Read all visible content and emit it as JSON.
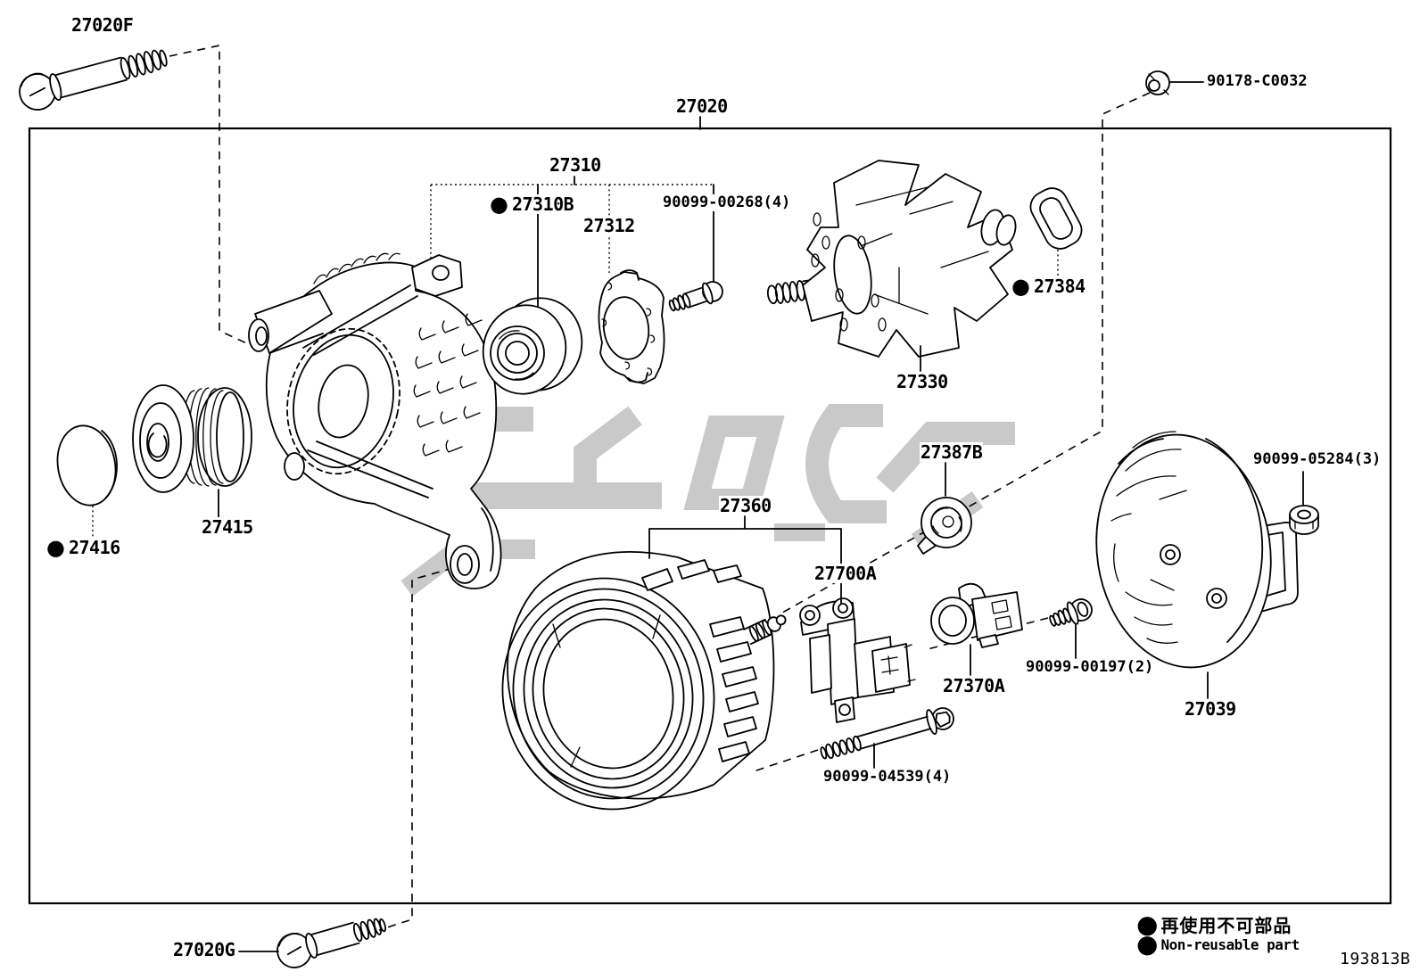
{
  "diagram": {
    "drawing_code": "193813B",
    "line_color": "#000000",
    "watermark_color": "#c9c9c9",
    "bullet": "●",
    "legend": {
      "jp": "再使用不可部品",
      "en": "Non-reusable part"
    },
    "labels": {
      "b27020f": "27020F",
      "b27020": "27020",
      "n90178": "90178-C0032",
      "a27310": "27310",
      "a27310b": "27310B",
      "a27312": "27312",
      "n90099_00268": "90099-00268(4)",
      "a27384": "27384",
      "a27330": "27330",
      "a27415": "27415",
      "a27416": "27416",
      "a27360": "27360",
      "a27700a": "27700A",
      "a27387b": "27387B",
      "a27370a": "27370A",
      "n90099_00197": "90099-00197(2)",
      "n90099_05284": "90099-05284(3)",
      "a27039": "27039",
      "n90099_04539": "90099-04539(4)",
      "b27020g": "27020G"
    }
  }
}
